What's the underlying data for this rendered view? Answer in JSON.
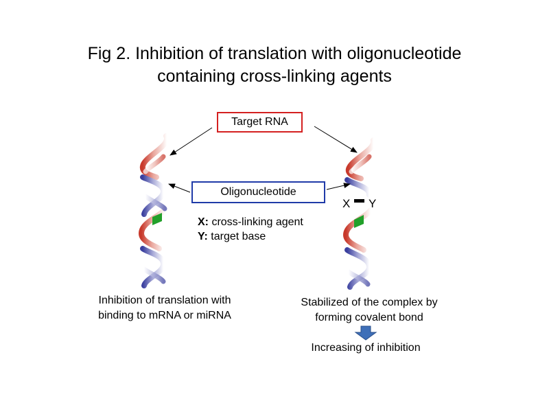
{
  "title": {
    "line1": "Fig 2.   Inhibition of translation with oligonucleotide",
    "line2": "containing cross-linking agents"
  },
  "boxes": {
    "target": "Target RNA",
    "oligo": "Oligonucleotide"
  },
  "legend": {
    "x_key": "X:",
    "x_text": "cross-linking agent",
    "y_key": "Y:",
    "y_text": "target base"
  },
  "crosslink": {
    "x": "X",
    "y": "Y"
  },
  "captions": {
    "left_line1": "Inhibition of translation with",
    "left_line2": "binding to mRNA or miRNA",
    "right_line1": "Stabilized of the complex by",
    "right_line2": "forming covalent bond",
    "result": "Increasing of inhibition"
  },
  "colors": {
    "strand_red": "#c8392b",
    "strand_blue": "#3a3f9e",
    "green": "#22a02a",
    "target_border": "#d42020",
    "oligo_border": "#1f3aa8",
    "arrow_down": "#3e6fb8"
  }
}
